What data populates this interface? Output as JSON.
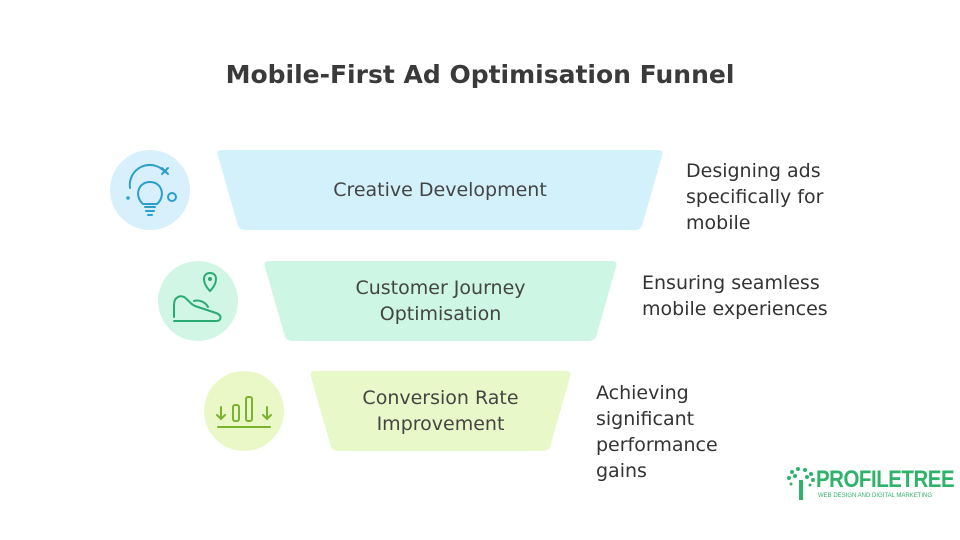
{
  "title": "Mobile-First Ad Optimisation Funnel",
  "stages": [
    {
      "label": "Creative Development",
      "description": "Designing ads specifically for mobile",
      "icon": "lightbulb-icon",
      "fill": "#d3f1fb",
      "circle": "#d8f0fb",
      "stroke": "#2a9fd0"
    },
    {
      "label": "Customer Journey Optimisation",
      "description": "Ensuring seamless mobile experiences",
      "icon": "shoe-location-pin-icon",
      "fill": "#cdf6e4",
      "circle": "#d2f6e6",
      "stroke": "#2aab73"
    },
    {
      "label": "Conversion Rate Improvement",
      "description": "Achieving significant performance gains",
      "icon": "bar-chart-arrows-icon",
      "fill": "#e8f8c8",
      "circle": "#eaf8c8",
      "stroke": "#7ab32e"
    }
  ],
  "logo": {
    "name": "PROFILETREE",
    "tagline": "WEB DESIGN AND DIGITAL MARKETING",
    "color": "#2fb36a"
  }
}
